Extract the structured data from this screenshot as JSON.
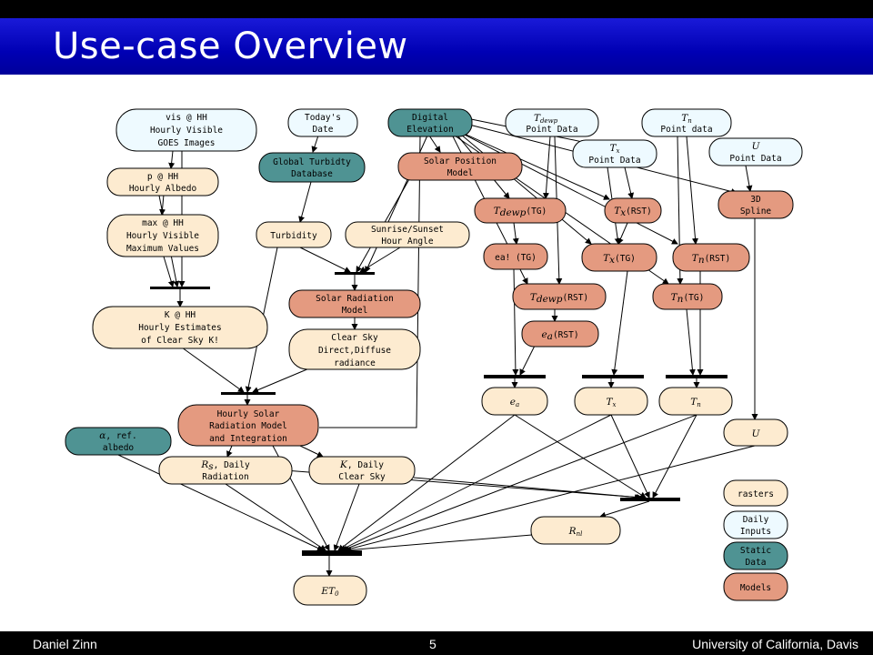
{
  "slide": {
    "title": "Use-case Overview",
    "author": "Daniel Zinn",
    "page": "5",
    "institution": "University of California, Davis"
  },
  "colors": {
    "raster": "#fdebd0",
    "input": "#eefaff",
    "static": "#4f9393",
    "model": "#e49a80"
  },
  "nodes": {
    "vis": [
      "vis @ HH",
      "Hourly Visible",
      "GOES Images"
    ],
    "today": [
      "Today's",
      "Date"
    ],
    "digital": [
      "Digital",
      "Elevation"
    ],
    "tdew": [
      "Point Data"
    ],
    "tdew_sym": "T",
    "tdew_sub": "dewp",
    "tn": [
      "Point data"
    ],
    "tn_sym": "T",
    "tn_sub": "n",
    "p": [
      "p @ HH",
      "Hourly Albedo"
    ],
    "turb_db": [
      "Global Turbidty",
      "Database"
    ],
    "solpos": [
      "Solar Position",
      "Model"
    ],
    "tx": [
      "Point Data"
    ],
    "tx_sym": "T",
    "tx_sub": "x",
    "u": [
      "Point Data"
    ],
    "u_sym": "U",
    "max": [
      "max @ HH",
      "Hourly Visible",
      "Maximum Values"
    ],
    "tdew_tg": "(TG)",
    "tx_rst": "(RST)",
    "spline": [
      "3D",
      "Spline"
    ],
    "turbidity": "Turbidity",
    "sunrise": [
      "Sunrise/Sunset",
      "Hour Angle"
    ],
    "ea_tg": "ea! (TG)",
    "tx_tg": "(TG)",
    "tn_rst": "(RST)",
    "solrad": [
      "Solar Radiation",
      "Model"
    ],
    "tdew_rst": "(RST)",
    "tn_tg": "(TG)",
    "k": [
      "K @ HH",
      "Hourly Estimates",
      "of Clear Sky K!"
    ],
    "clear": [
      "Clear Sky",
      "Direct,Diffuse",
      "radiance"
    ],
    "ea_rst": "(RST)",
    "ea_sym": "e",
    "ea_sub": "a",
    "tx_node_sym": "T",
    "tx_node_sub": "x",
    "tn_node_sym": "T",
    "tn_node_sub": "n",
    "hourly": [
      "Hourly Solar",
      "Radiation Model",
      "and Integration"
    ],
    "u_node": "U",
    "albedo": [
      ", ref.",
      "albedo"
    ],
    "albedo_sym": "α",
    "rs": [
      ", Daily",
      "Radiation"
    ],
    "rs_sym": "R",
    "rs_sub": "s",
    "kdaily": [
      ", Daily",
      "Clear Sky"
    ],
    "kdaily_sym": "K",
    "rnl_sym": "R",
    "rnl_sub": "nl",
    "et0_sym": "ET",
    "et0_sub": "0"
  },
  "legend": {
    "rasters": "rasters",
    "daily": [
      "Daily",
      "Inputs"
    ],
    "static": [
      "Static",
      "Data"
    ],
    "models": "Models"
  }
}
